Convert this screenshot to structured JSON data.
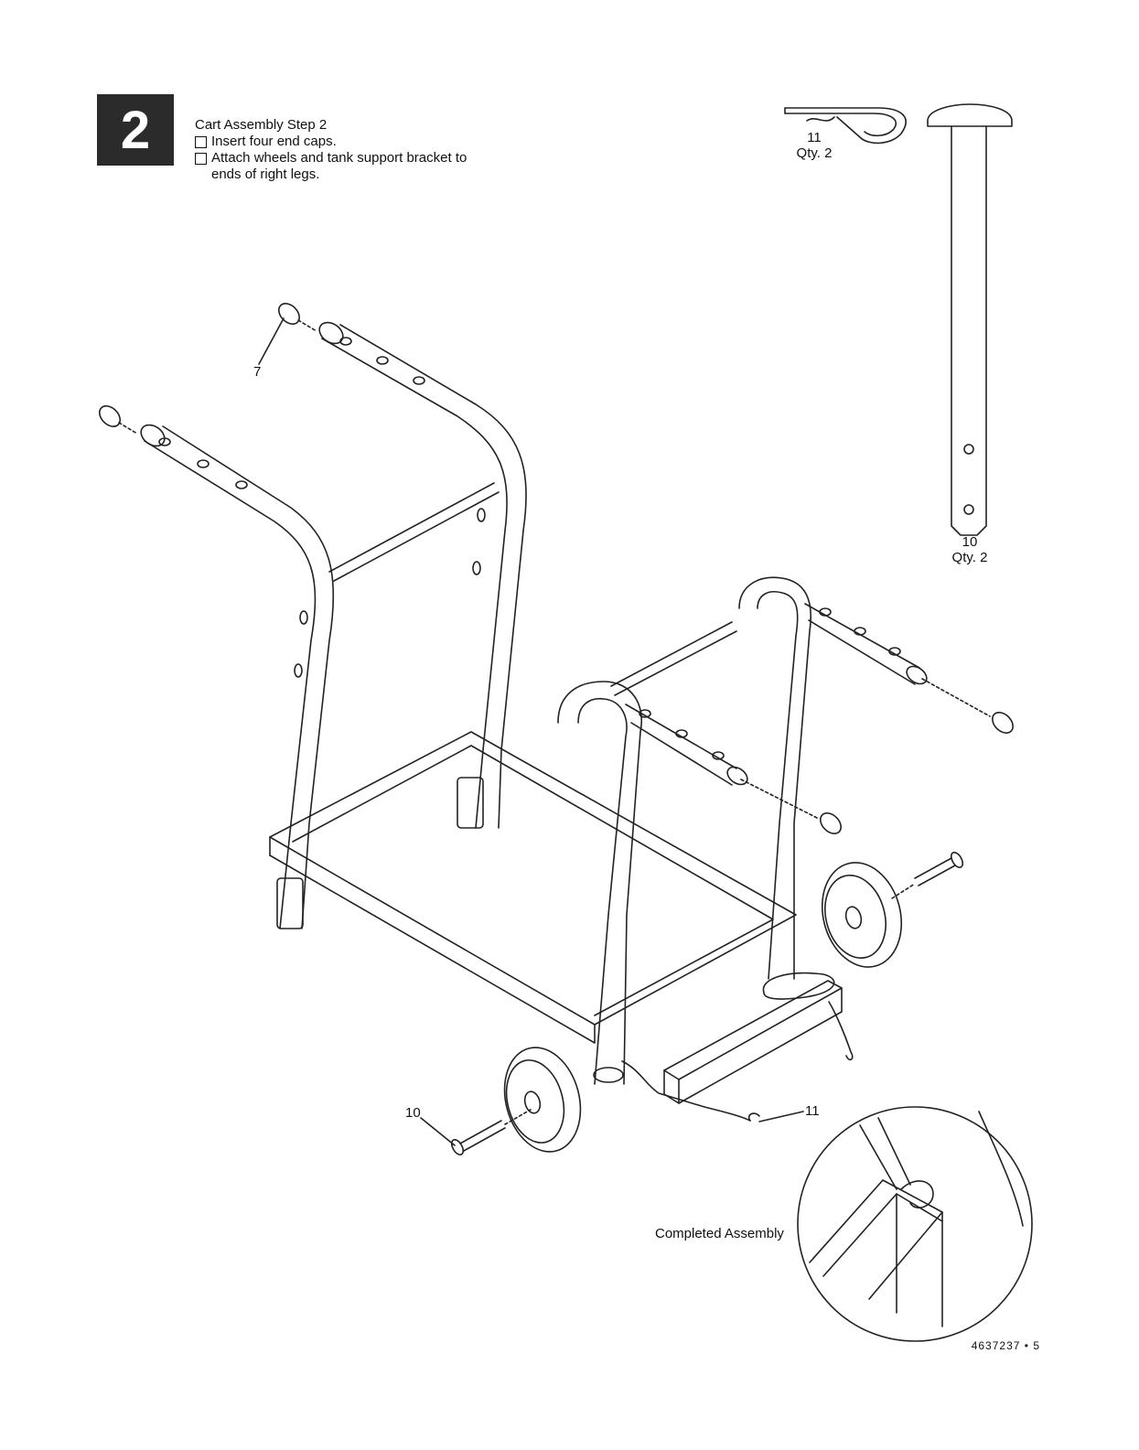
{
  "step": {
    "number": "2"
  },
  "instructions": {
    "title": "Cart Assembly Step 2",
    "items": [
      "Insert four end caps.",
      "Attach wheels and tank support bracket to ends of right legs."
    ]
  },
  "parts": {
    "hitch_pin": {
      "number": "11",
      "qty": "Qty. 2"
    },
    "axle_bolt": {
      "number": "10",
      "qty": "Qty. 2"
    }
  },
  "callouts": {
    "end_cap": "7",
    "axle_bolt": "10",
    "hitch_pin": "11"
  },
  "inset": {
    "label": "Completed Assembly"
  },
  "footer": {
    "doc_number": "4637237",
    "page": "5"
  }
}
